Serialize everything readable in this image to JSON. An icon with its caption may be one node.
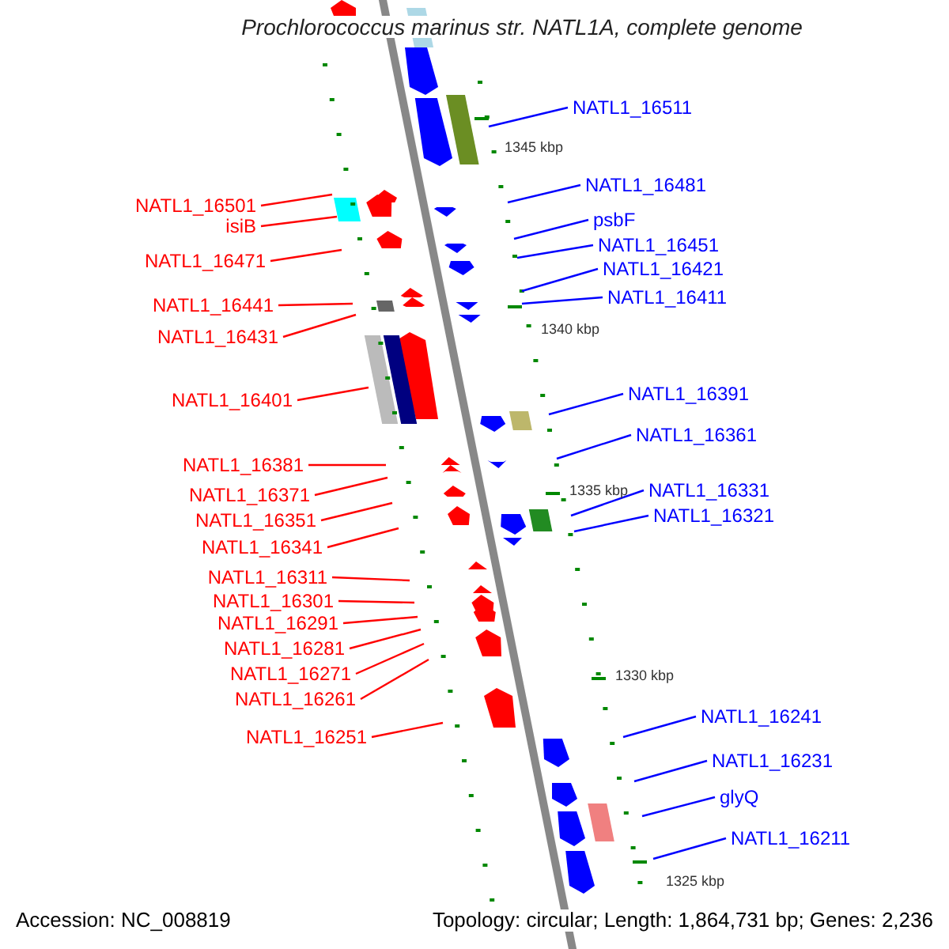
{
  "diagram": {
    "title": "Prochlorococcus marinus str. NATL1A, complete genome",
    "nodes": [
      {
        "text": [
          "NATL1_16511"
        ]
      },
      {
        "text": [
          "NATL1_16481"
        ]
      },
      {
        "text": [
          "NATL1_16501"
        ]
      },
      {
        "text": [
          "psbF"
        ]
      },
      {
        "text": [
          "isiB"
        ]
      },
      {
        "text": [
          "NATL1_16451"
        ]
      },
      {
        "text": [
          "NATL1_16471"
        ]
      },
      {
        "text": [
          "NATL1_16421"
        ]
      },
      {
        "text": [
          "NATL1_16411"
        ]
      },
      {
        "text": [
          "NATL1_16441"
        ]
      },
      {
        "text": [
          "NATL1_16431"
        ]
      },
      {
        "text": [
          "NATL1_16391"
        ]
      },
      {
        "text": [
          "NATL1_16401"
        ]
      },
      {
        "text": [
          "NATL1_16361"
        ]
      },
      {
        "text": [
          "NATL1_16381"
        ]
      },
      {
        "text": [
          "NATL1_16331"
        ]
      },
      {
        "text": [
          "NATL1_16371"
        ]
      },
      {
        "text": [
          "NATL1_16321"
        ]
      },
      {
        "text": [
          "NATL1_16351"
        ]
      },
      {
        "text": [
          "NATL1_16341"
        ]
      },
      {
        "text": [
          "NATL1_16311"
        ]
      },
      {
        "text": [
          "NATL1_16301"
        ]
      },
      {
        "text": [
          "NATL1_16291"
        ]
      },
      {
        "text": [
          "NATL1_16281"
        ]
      },
      {
        "text": [
          "NATL1_16271"
        ]
      },
      {
        "text": [
          "NATL1_16261"
        ]
      },
      {
        "text": [
          "NATL1_16241"
        ]
      },
      {
        "text": [
          "NATL1_16251"
        ]
      },
      {
        "text": [
          "NATL1_16231"
        ]
      },
      {
        "text": [
          "glyQ"
        ]
      },
      {
        "text": [
          "NATL1_16211"
        ]
      }
    ],
    "edges": [
      {
        "from": 0,
        "to": null,
        "arrow": "none",
        "color": "#0000ff"
      },
      {
        "from": 1,
        "to": null,
        "arrow": "none",
        "color": "#0000ff"
      },
      {
        "from": 2,
        "to": null,
        "arrow": "none"
      },
      {
        "from": 3,
        "to": null,
        "arrow": "none",
        "color": "#0000ff"
      },
      {
        "from": 4,
        "to": null,
        "arrow": "none"
      },
      {
        "from": 5,
        "to": null,
        "arrow": "none",
        "color": "#0000ff"
      },
      {
        "from": 6,
        "to": null,
        "arrow": "none"
      },
      {
        "from": 7,
        "to": null,
        "arrow": "none",
        "color": "#0000ff"
      },
      {
        "from": 8,
        "to": null,
        "arrow": "none",
        "color": "#0000ff"
      },
      {
        "from": 9,
        "to": null,
        "arrow": "none"
      },
      {
        "from": 10,
        "to": null,
        "arrow": "none"
      },
      {
        "from": 11,
        "to": null,
        "arrow": "none",
        "color": "#0000ff"
      },
      {
        "from": 12,
        "to": null,
        "arrow": "none"
      },
      {
        "from": 13,
        "to": null,
        "arrow": "none",
        "color": "#0000ff"
      },
      {
        "from": 14,
        "to": null,
        "arrow": "none"
      },
      {
        "from": 15,
        "to": null,
        "arrow": "none",
        "color": "#0000ff"
      },
      {
        "from": 16,
        "to": null,
        "arrow": "none"
      },
      {
        "from": 17,
        "to": null,
        "arrow": "none",
        "color": "#0000ff"
      },
      {
        "from": 18,
        "to": null,
        "arrow": "none"
      },
      {
        "from": 19,
        "to": null,
        "arrow": "none"
      },
      {
        "from": 20,
        "to": null,
        "arrow": "none"
      },
      {
        "from": 21,
        "to": null,
        "arrow": "none"
      },
      {
        "from": 22,
        "to": null,
        "arrow": "none"
      },
      {
        "from": 23,
        "to": null,
        "arrow": "none"
      },
      {
        "from": 24,
        "to": null,
        "arrow": "none"
      },
      {
        "from": 25,
        "to": null,
        "arrow": "none"
      },
      {
        "from": 26,
        "to": null,
        "arrow": "none",
        "color": "#0000ff"
      },
      {
        "from": 27,
        "to": null,
        "arrow": "none"
      },
      {
        "from": 28,
        "to": null,
        "arrow": "none",
        "color": "#0000ff"
      },
      {
        "from": 29,
        "to": null,
        "arrow": "none",
        "color": "#0000ff"
      },
      {
        "from": 30,
        "to": null,
        "arrow": "none",
        "color": "#0000ff"
      }
    ],
    "labels": [
      "1345 kbp",
      "1340 kbp",
      "1335 kbp",
      "1330 kbp",
      "1325 kbp",
      "Accession: NC_008819",
      "Topology: circular; Length: 1,864,731 bp; Genes: 2,236"
    ]
  }
}
